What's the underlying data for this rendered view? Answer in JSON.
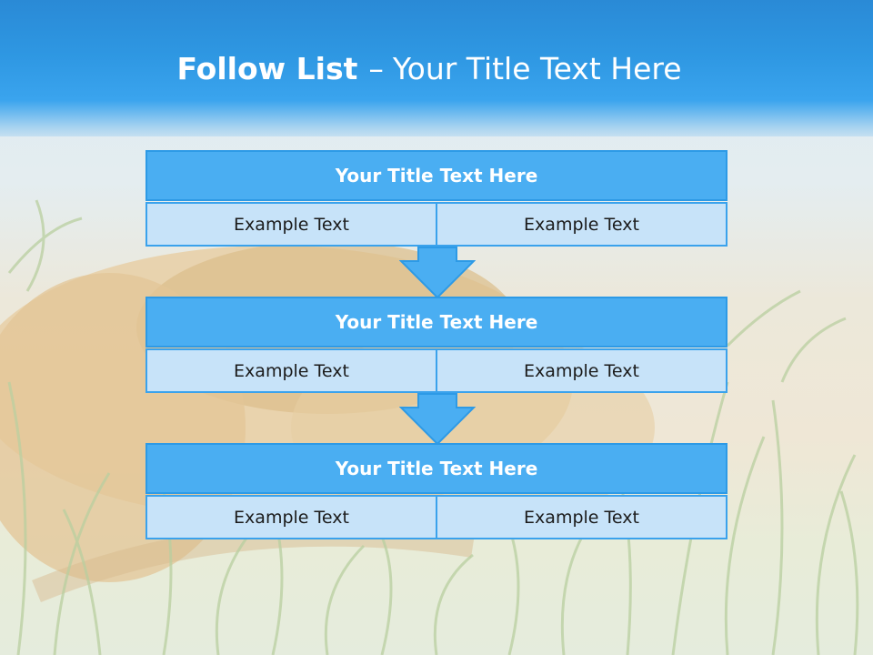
{
  "title": {
    "bold": "Follow List",
    "dash": "–",
    "rest": "Your Title Text Here"
  },
  "blocks": [
    {
      "title": "Your Title Text Here",
      "left": "Example Text",
      "right": "Example Text"
    },
    {
      "title": "Your Title Text Here",
      "left": "Example Text",
      "right": "Example Text"
    },
    {
      "title": "Your Title Text Here",
      "left": "Example Text",
      "right": "Example Text"
    }
  ],
  "colors": {
    "header_blue": "#2e97e2",
    "block_title_fill": "#4aaef2",
    "block_cell_fill": "#c7e3f9",
    "border_blue": "#2d9ae6"
  }
}
